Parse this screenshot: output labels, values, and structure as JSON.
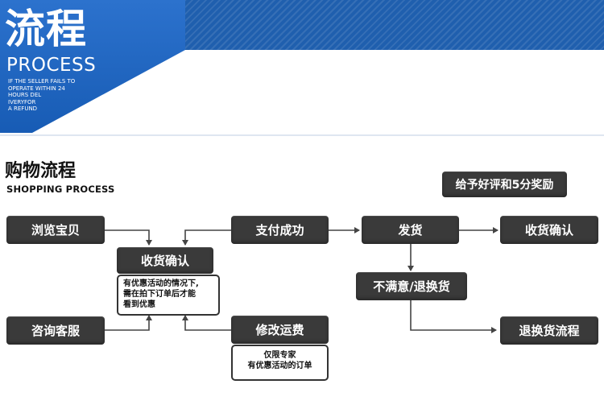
{
  "header": {
    "title": "流程",
    "subtitle": "PROCESS",
    "note": "IF THE SELLER FAILS TO\nOPERATE WITHIN 24\nHOURS DEL\nIVERYFOR\nA REFUND"
  },
  "section": {
    "title": "购物流程",
    "subtitle": "SHOPPING PROCESS"
  },
  "nodes": {
    "browse": "浏览宝贝",
    "consult": "咨询客服",
    "confirm_receipt_center": "收货确认",
    "pay_success": "支付成功",
    "modify_shipping": "修改运费",
    "ship": "发货",
    "confirm_receipt_right": "收货确认",
    "unsatisfied": "不满意/退换货",
    "return_flow": "退换货流程",
    "reward": "给予好评和5分奖励"
  },
  "notes": {
    "discount": "有优惠活动的情况下,\n需在拍下订单后才能\n看到优惠",
    "exclusive": "仅限专家\n有优惠活动的订单"
  },
  "colors": {
    "header_blue": "#1f5fae",
    "node_dark": "#3a3a3a",
    "arrow": "#444444"
  }
}
